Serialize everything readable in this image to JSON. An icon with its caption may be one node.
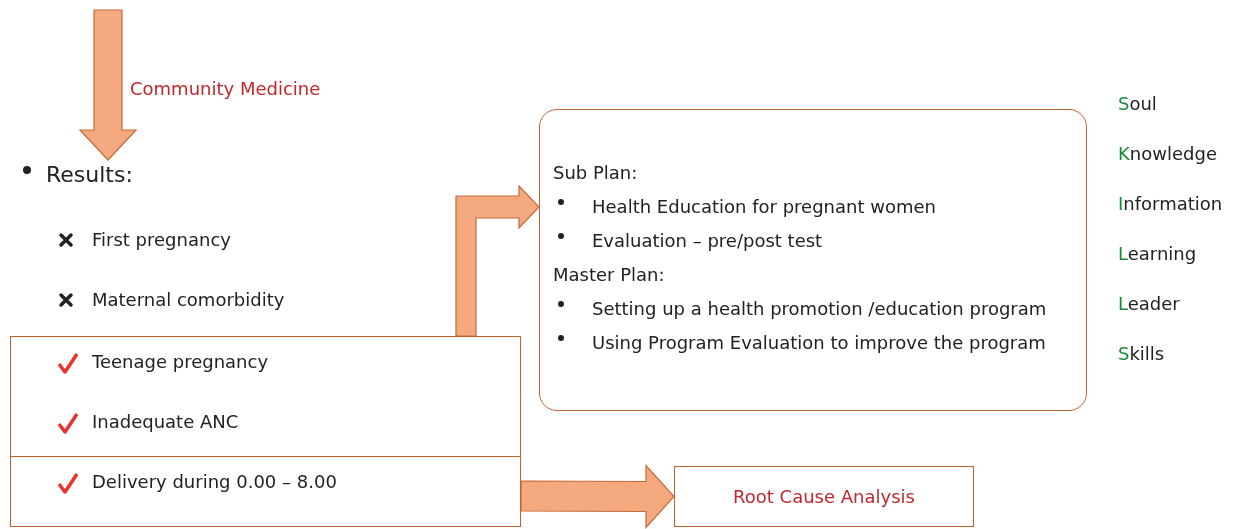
{
  "diagram": {
    "nodes": [
      {
        "text": [
          "Results:"
        ]
      },
      {
        "text": [
          "Teenage pregnancy",
          "Inadequate ANC"
        ]
      },
      {
        "text": [
          "Delivery during 0.00 – 8.00"
        ]
      },
      {
        "text": [
          "Sub Plan:",
          "Health Education for pregnant women",
          "Evaluation – pre/post test",
          "Master Plan:",
          "Setting up a health promotion /education program",
          "Using Program Evaluation to improve the program"
        ]
      },
      {
        "text": [
          "Root Cause Analysis"
        ]
      }
    ],
    "edges": [
      {
        "from": null,
        "to": 0,
        "arrow": "to",
        "label": "Community Medicine"
      },
      {
        "from": 1,
        "to": 3,
        "arrow": "to"
      },
      {
        "from": 2,
        "to": 4,
        "arrow": "to"
      }
    ],
    "labels": [
      "First pregnancy",
      "Maternal comorbidity",
      "Soul",
      "Knowledge",
      "Information",
      "Learning",
      "Leader",
      "Skills"
    ]
  }
}
